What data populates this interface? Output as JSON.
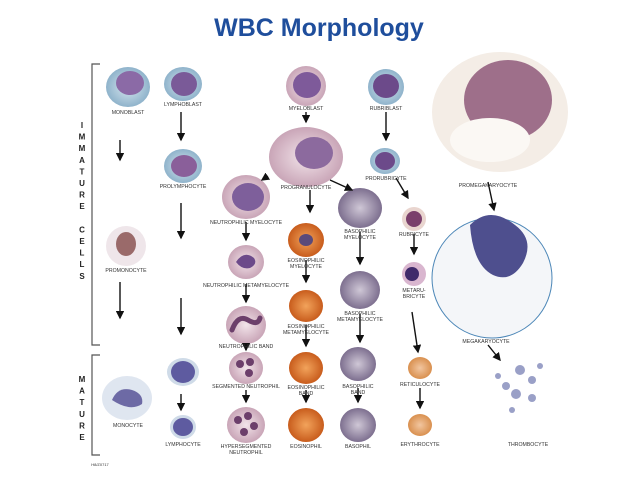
{
  "title": "WBC Morphology",
  "sidebar": {
    "immature": [
      "I",
      "M",
      "M",
      "A",
      "T",
      "U",
      "R",
      "E",
      "",
      "C",
      "E",
      "L",
      "L",
      "S"
    ],
    "mature": [
      "M",
      "A",
      "T",
      "U",
      "R",
      "E"
    ]
  },
  "labels": {
    "monoblast": "MONOBLAST",
    "lymphoblast": "LYMPHOBLAST",
    "myeloblast": "MYELOBLAST",
    "rubriblast": "RUBRIBLAST",
    "prolymphocyte": "PROLYMPHOCYTE",
    "progranulocyte": "PROGRANULOCYTE",
    "prorubricyte": "PRORUBRICYTE",
    "promegakaryocyte": "PROMEGAKARYOCYTE",
    "neutrophilic_myelocyte": "NEUTROPHILIC MYELOCYTE",
    "basophilic_myelocyte_1": "BASOPHILIC",
    "basophilic_myelocyte_2": "MYELOCYTE",
    "rubricyte": "RUBRICYTE",
    "promonocyte": "PROMONOCYTE",
    "eosinophilic_myelocyte_1": "EOSINOPHILIC",
    "eosinophilic_myelocyte_2": "MYELOCYTE",
    "metarubricyte_1": "METARU-",
    "metarubricyte_2": "BRICYTE",
    "neutrophilic_metamyelocyte": "NEUTROPHILIC METAMYELOCYTE",
    "basophilic_metamyelocyte_1": "BASOPHILIC",
    "basophilic_metamyelocyte_2": "METAMYELOCYTE",
    "eosinophilic_metamyelocyte_1": "EOSINOPHILIC",
    "eosinophilic_metamyelocyte_2": "METAMYELOCYTE",
    "neutrophilic_band": "NEUTROPHILIC BAND",
    "megakaryocyte": "MEGAKARYOCYTE",
    "segmented_neutrophil": "SEGMENTED NEUTROPHIL",
    "eosinophilic_band_1": "EOSINOPHILIC",
    "eosinophilic_band_2": "BAND",
    "basophilic_band_1": "BASOPHILIC",
    "basophilic_band_2": "BAND",
    "reticulocyte": "RETICULOCYTE",
    "monocyte": "MONOCYTE",
    "lymphocyte": "LYMPHOCYTE",
    "hypersegmented_neutrophil_1": "HYPERSEGMENTED",
    "hypersegmented_neutrophil_2": "NEUTROPHIL",
    "eosinophil": "EOSINOPHIL",
    "basophil": "BASOPHIL",
    "erythrocyte": "ERYTHROCYTE",
    "thrombocyte": "THROMBOCYTE",
    "code": "H8/Z0717"
  },
  "colors": {
    "title": "#1f4e9c",
    "nucleus_purple": "#6a4a8e",
    "cytoplasm_blue": "#9fc4d8",
    "eosin_orange": "#d8762a",
    "rbc_red": "#c0504d"
  }
}
